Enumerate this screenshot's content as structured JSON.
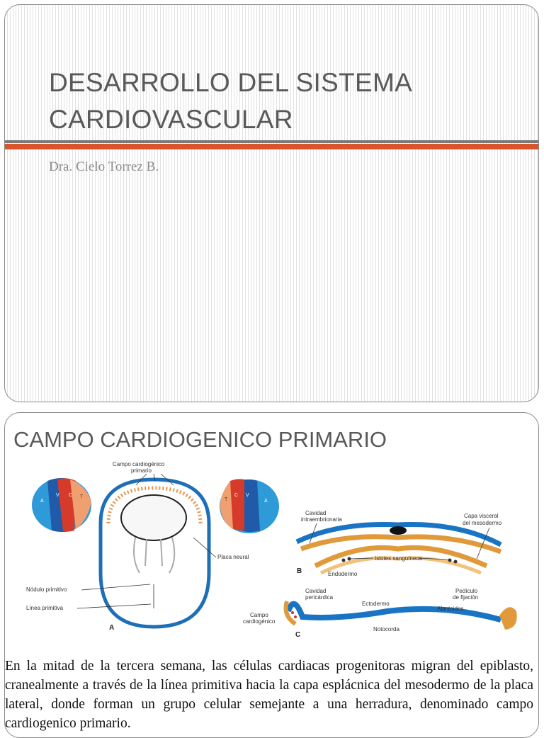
{
  "slide1": {
    "title_line1": "DESARROLLO DEL SISTEMA",
    "title_line2": "CARDIOVASCULAR",
    "subtitle": "Dra. Cielo Torrez B."
  },
  "slide2": {
    "title": "CAMPO CARDIOGENICO PRIMARIO",
    "figure_labels": {
      "campo_cardiogenico_primario_1": "Campo cardiogénico",
      "campo_cardiogenico_primario_2": "primario",
      "placa_neural": "Placa neural",
      "nodulo_primitivo": "Nódulo primitivo",
      "linea_primitiva": "Línea primitiva",
      "panel_a": "A",
      "panel_b": "B",
      "panel_c": "C",
      "cavidad_intraembrionaria_1": "Cavidad",
      "cavidad_intraembrionaria_2": "intraembrionaria",
      "capa_visceral_1": "Capa visceral",
      "capa_visceral_2": "del mesodermo",
      "islotes_sanguineos": "Islotes sanguíneos",
      "endodermo": "Endodermo",
      "cavidad_pericardica_1": "Cavidad",
      "cavidad_pericardica_2": "pericárdica",
      "ectodermo": "Ectodermo",
      "pediculo_1": "Pedículo",
      "pediculo_2": "de fijación",
      "alantoides": "Alantoides",
      "campo_cardiogenico_1": "Campo",
      "campo_cardiogenico_2": "cardiogénico",
      "notocorda": "Notocorda",
      "sphere_left_letters": [
        "A",
        "V",
        "C",
        "T"
      ],
      "sphere_right_letters": [
        "T",
        "C",
        "V",
        "A"
      ]
    },
    "body": "En la mitad de la tercera semana,  las células cardiacas progenitoras migran del epiblasto, cranealmente a través de la línea primitiva hacia la capa esplácnica del mesodermo de la placa lateral, donde forman un grupo celular semejante a una herradura, denominado campo cardiogenico primario."
  },
  "colors": {
    "accent_red": "#d9532b",
    "title_gray": "#595959",
    "embryo_blue": "#1a74c4",
    "mesoderm_orange": "#e09a3a"
  }
}
